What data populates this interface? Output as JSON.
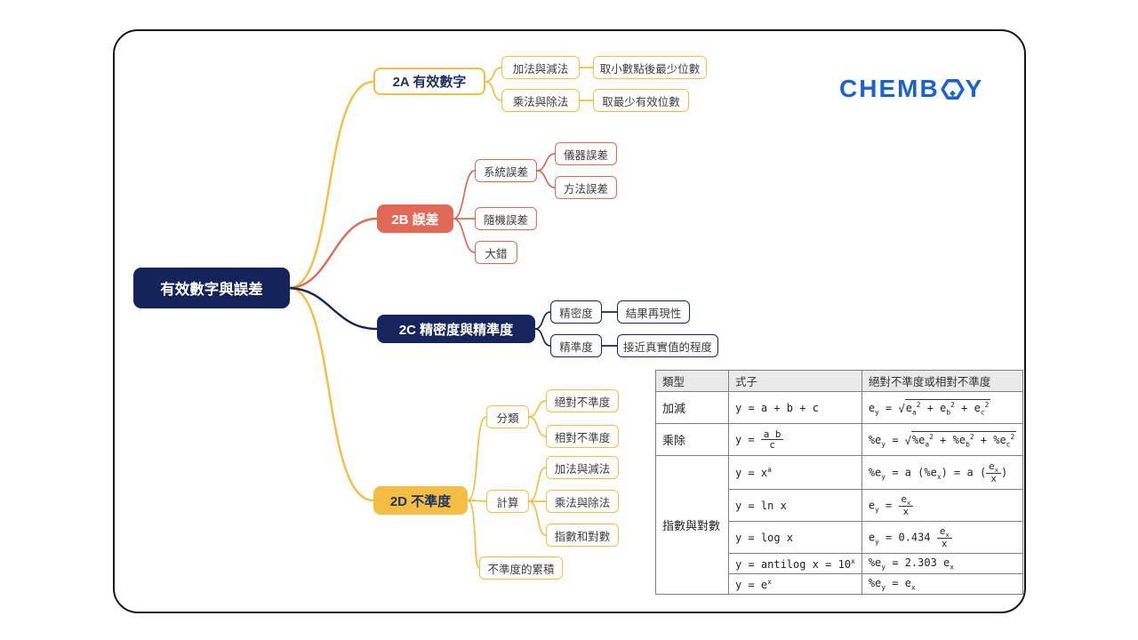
{
  "root": {
    "label": "有效數字與誤差"
  },
  "logo": {
    "left": "CHEMB",
    "right": "Y",
    "color": "#1A63C8"
  },
  "colors": {
    "yellow": "#F4BE45",
    "red": "#E06A56",
    "navy": "#16265C"
  },
  "nodes": {
    "a": {
      "label": "2A 有效數字"
    },
    "a1": {
      "label": "加法與減法"
    },
    "a1_1": {
      "label": "取小數點後最少位數"
    },
    "a2": {
      "label": "乘法與除法"
    },
    "a2_1": {
      "label": "取最少有效位數"
    },
    "b": {
      "label": "2B 誤差"
    },
    "b1": {
      "label": "系統誤差"
    },
    "b1_1": {
      "label": "儀器誤差"
    },
    "b1_2": {
      "label": "方法誤差"
    },
    "b2": {
      "label": "隨機誤差"
    },
    "b3": {
      "label": "大錯"
    },
    "c": {
      "label": "2C 精密度與精準度"
    },
    "c1": {
      "label": "精密度"
    },
    "c1_1": {
      "label": "結果再現性"
    },
    "c2": {
      "label": "精準度"
    },
    "c2_1": {
      "label": "接近真實值的程度"
    },
    "d": {
      "label": "2D 不準度"
    },
    "d1": {
      "label": "分類"
    },
    "d1_1": {
      "label": "絕對不準度"
    },
    "d1_2": {
      "label": "相對不準度"
    },
    "d2": {
      "label": "計算"
    },
    "d2_1": {
      "label": "加法與減法"
    },
    "d2_2": {
      "label": "乘法與除法"
    },
    "d2_3": {
      "label": "指數和對數"
    },
    "d3": {
      "label": "不準度的累積"
    }
  },
  "table": {
    "headers": [
      "類型",
      "式子",
      "絕對不準度或相對不準度"
    ],
    "row_add": {
      "type": "加減",
      "formula": [
        {
          "k": "t",
          "v": "y = a + b + c"
        }
      ],
      "result": [
        {
          "k": "t",
          "v": "e"
        },
        {
          "k": "b",
          "v": "y"
        },
        {
          "k": "t",
          "v": " = "
        },
        {
          "k": "r",
          "v": [
            {
              "k": "t",
              "v": "e"
            },
            {
              "k": "b",
              "v": "a"
            },
            {
              "k": "p",
              "v": "2"
            },
            {
              "k": "t",
              "v": " + e"
            },
            {
              "k": "b",
              "v": "b"
            },
            {
              "k": "p",
              "v": "2"
            },
            {
              "k": "t",
              "v": " + e"
            },
            {
              "k": "b",
              "v": "c"
            },
            {
              "k": "p",
              "v": "2"
            }
          ]
        }
      ]
    },
    "row_mul": {
      "type": "乘除",
      "formula": [
        {
          "k": "t",
          "v": "y = "
        },
        {
          "k": "f",
          "n": [
            {
              "k": "t",
              "v": "a b"
            }
          ],
          "d": [
            {
              "k": "t",
              "v": "c"
            }
          ]
        }
      ],
      "result": [
        {
          "k": "t",
          "v": "%e"
        },
        {
          "k": "b",
          "v": "y"
        },
        {
          "k": "t",
          "v": " = "
        },
        {
          "k": "r",
          "v": [
            {
              "k": "t",
              "v": "%e"
            },
            {
              "k": "b",
              "v": "a"
            },
            {
              "k": "p",
              "v": "2"
            },
            {
              "k": "t",
              "v": " + %e"
            },
            {
              "k": "b",
              "v": "b"
            },
            {
              "k": "p",
              "v": "2"
            },
            {
              "k": "t",
              "v": " + %e"
            },
            {
              "k": "b",
              "v": "c"
            },
            {
              "k": "p",
              "v": "2"
            }
          ]
        }
      ]
    },
    "group_exp": {
      "type": "指數與對數",
      "rows": [
        {
          "formula": [
            {
              "k": "t",
              "v": "y = x"
            },
            {
              "k": "p",
              "v": "a"
            }
          ],
          "result": [
            {
              "k": "t",
              "v": "%e"
            },
            {
              "k": "b",
              "v": "y"
            },
            {
              "k": "t",
              "v": " = a (%e"
            },
            {
              "k": "b",
              "v": "x"
            },
            {
              "k": "t",
              "v": ") = a ("
            },
            {
              "k": "f",
              "n": [
                {
                  "k": "t",
                  "v": "e"
                },
                {
                  "k": "b",
                  "v": "x"
                }
              ],
              "d": [
                {
                  "k": "t",
                  "v": "x"
                }
              ]
            },
            {
              "k": "t",
              "v": ")"
            }
          ]
        },
        {
          "formula": [
            {
              "k": "t",
              "v": "y = ln x"
            }
          ],
          "result": [
            {
              "k": "t",
              "v": "e"
            },
            {
              "k": "b",
              "v": "y"
            },
            {
              "k": "t",
              "v": " = "
            },
            {
              "k": "f",
              "n": [
                {
                  "k": "t",
                  "v": "e"
                },
                {
                  "k": "b",
                  "v": "x"
                }
              ],
              "d": [
                {
                  "k": "t",
                  "v": "x"
                }
              ]
            }
          ]
        },
        {
          "formula": [
            {
              "k": "t",
              "v": "y = log x"
            }
          ],
          "result": [
            {
              "k": "t",
              "v": "e"
            },
            {
              "k": "b",
              "v": "y"
            },
            {
              "k": "t",
              "v": " = 0.434 "
            },
            {
              "k": "f",
              "n": [
                {
                  "k": "t",
                  "v": "e"
                },
                {
                  "k": "b",
                  "v": "x"
                }
              ],
              "d": [
                {
                  "k": "t",
                  "v": "x"
                }
              ]
            }
          ]
        },
        {
          "formula": [
            {
              "k": "t",
              "v": "y = antilog x = 10"
            },
            {
              "k": "p",
              "v": "x"
            }
          ],
          "result": [
            {
              "k": "t",
              "v": "%e"
            },
            {
              "k": "b",
              "v": "y"
            },
            {
              "k": "t",
              "v": " = 2.303 e"
            },
            {
              "k": "b",
              "v": "x"
            }
          ]
        },
        {
          "formula": [
            {
              "k": "t",
              "v": "y = e"
            },
            {
              "k": "p",
              "v": "x"
            }
          ],
          "result": [
            {
              "k": "t",
              "v": "%e"
            },
            {
              "k": "b",
              "v": "y"
            },
            {
              "k": "t",
              "v": " = e"
            },
            {
              "k": "b",
              "v": "x"
            }
          ]
        }
      ]
    }
  }
}
